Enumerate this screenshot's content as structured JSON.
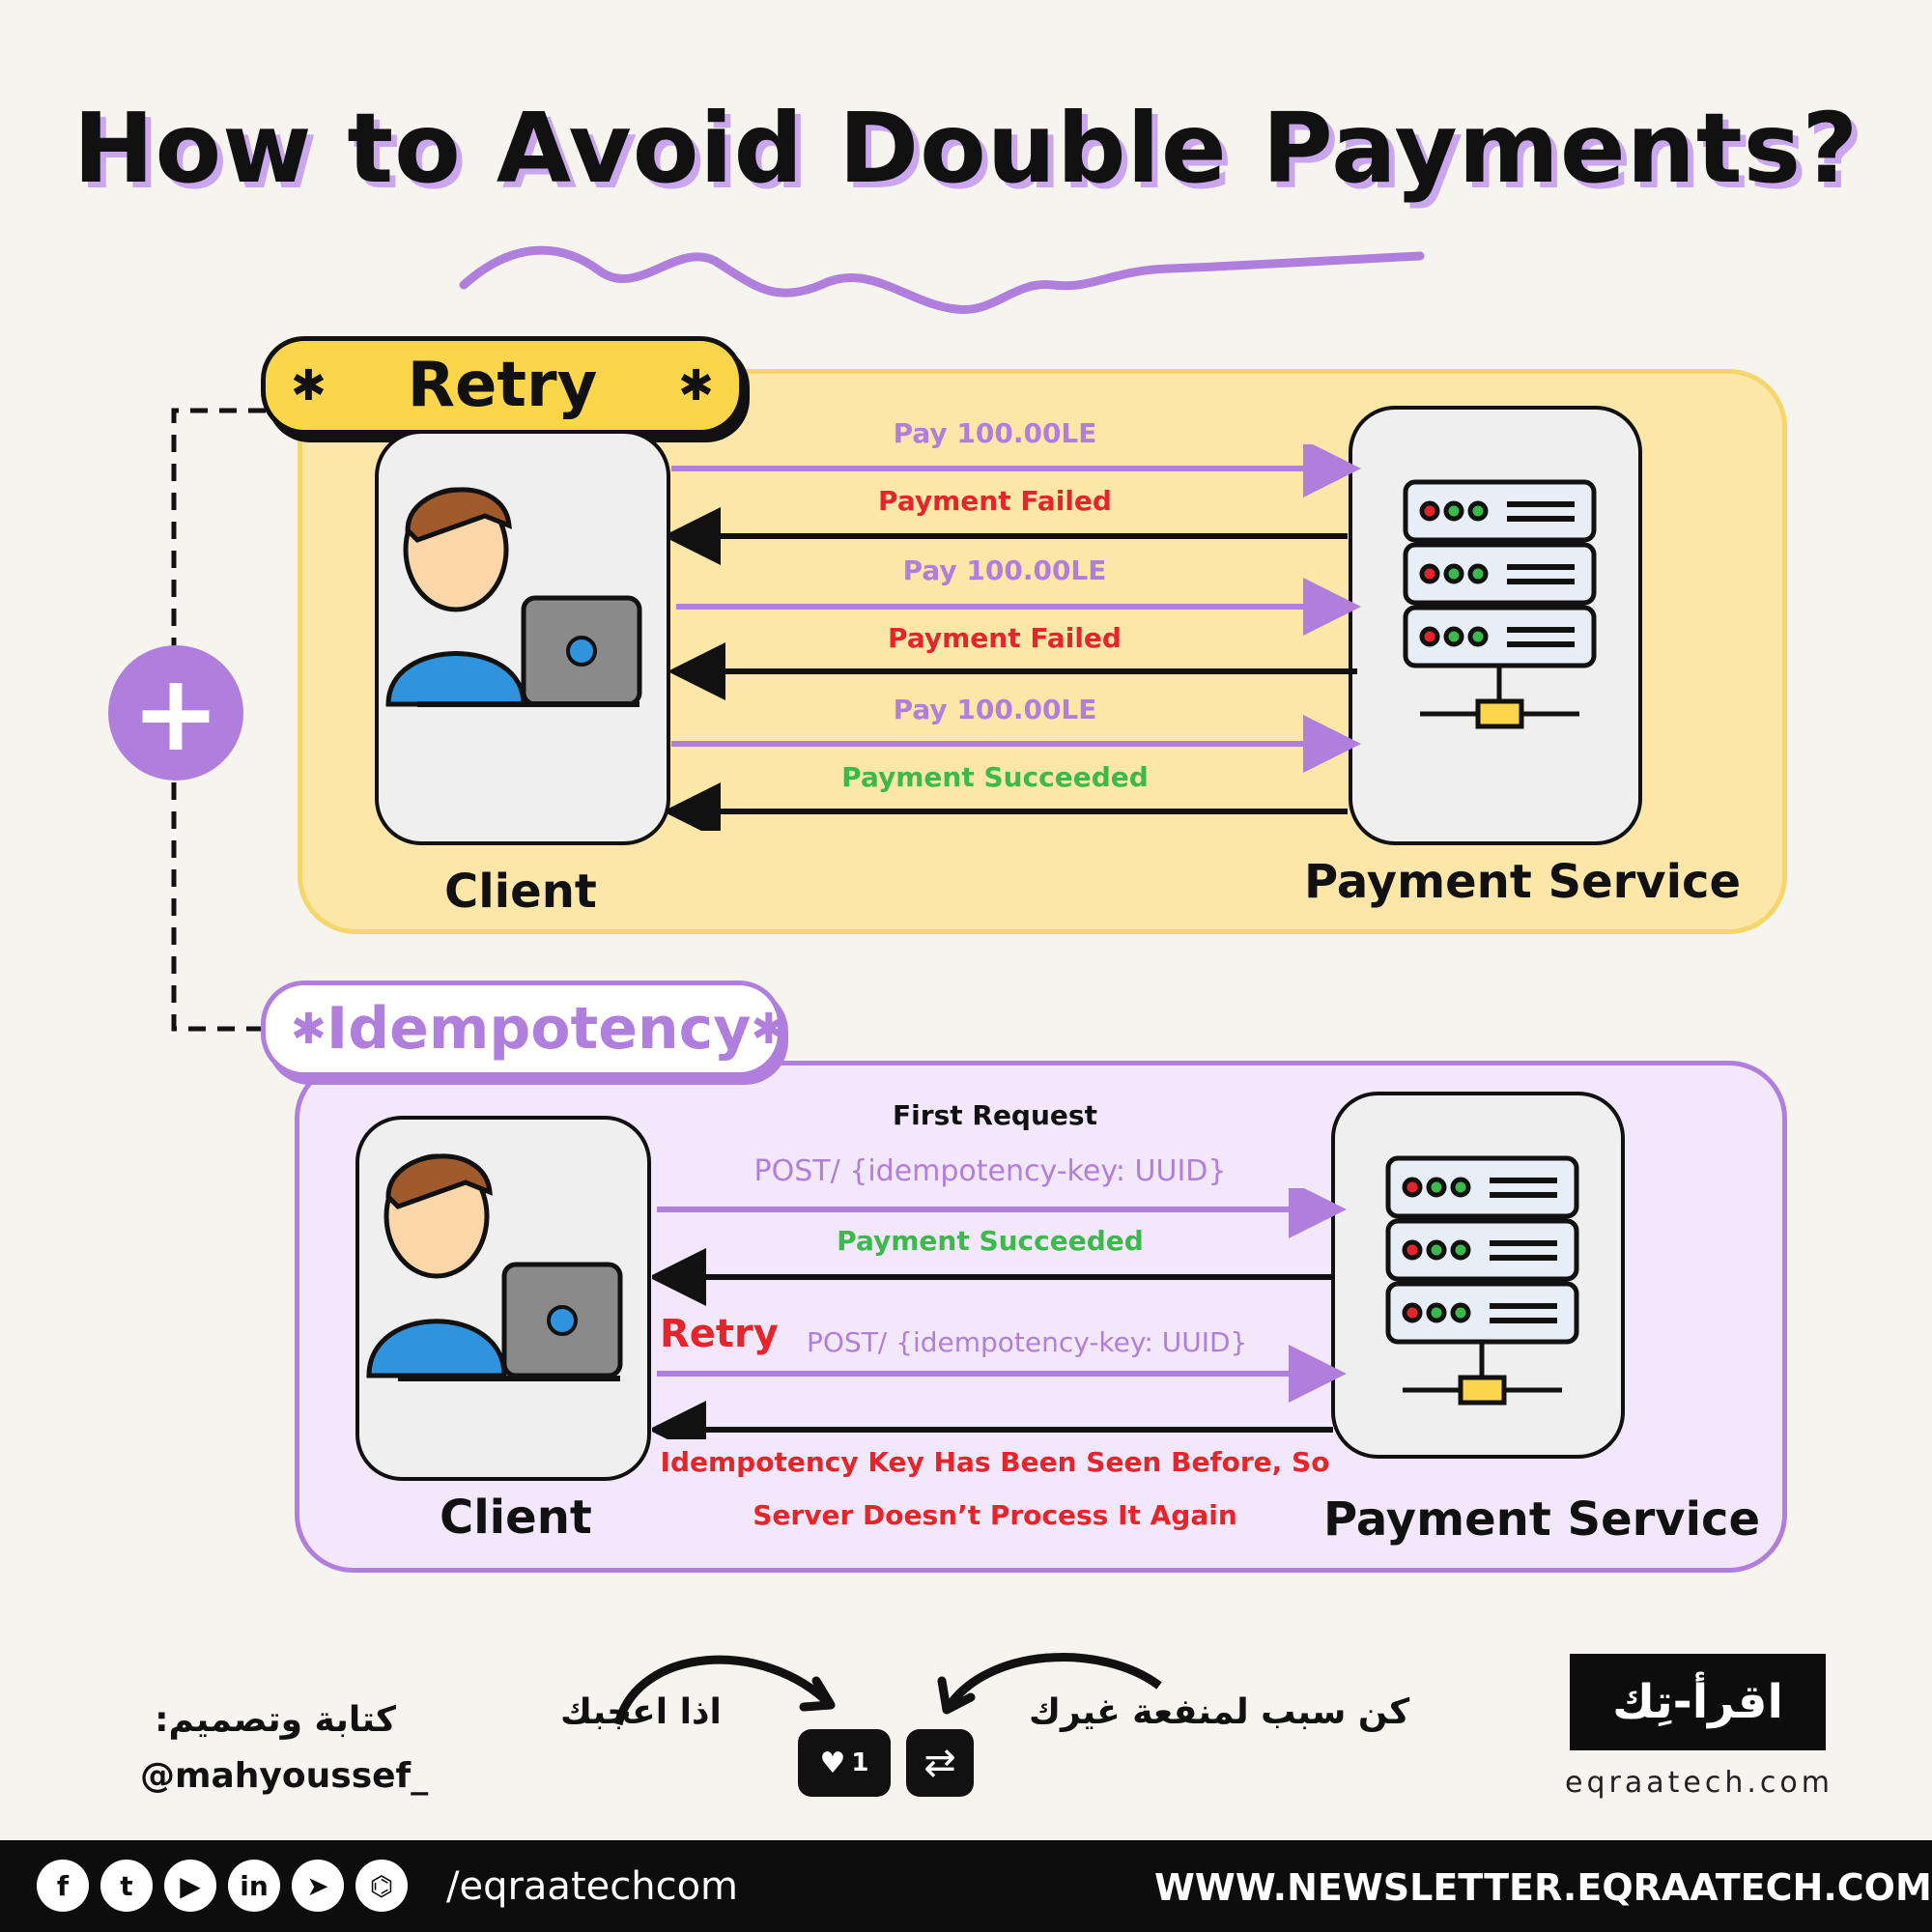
{
  "title": "How to Avoid Double Payments?",
  "retry_section": {
    "tag": "Retry",
    "client_label": "Client",
    "service_label": "Payment Service",
    "messages": [
      {
        "text": "Pay 100.00LE",
        "direction": "to-service"
      },
      {
        "text": "Payment Failed",
        "direction": "to-client"
      },
      {
        "text": "Pay 100.00LE",
        "direction": "to-service"
      },
      {
        "text": "Payment Failed",
        "direction": "to-client"
      },
      {
        "text": "Pay 100.00LE",
        "direction": "to-service"
      },
      {
        "text": "Payment Succeeded",
        "direction": "to-client"
      }
    ]
  },
  "idempotency_section": {
    "tag": "Idempotency",
    "client_label": "Client",
    "service_label": "Payment Service",
    "first_request": "First Request",
    "post_1": "POST/ {idempotency-key: UUID}",
    "success": "Payment Succeeded",
    "retry_word": "Retry",
    "post_2": "POST/ {idempotency-key: UUID}",
    "rejection_line1": "Idempotency Key Has Been Seen Before, So",
    "rejection_line2": "Server Doesn’t Process It Again"
  },
  "bottom": {
    "credit_arabic": "كتابة وتصميم:",
    "credit_handle": "@mahyoussef_",
    "like_text": "اذا اعجبك",
    "share_text": "كن سبب لمنفعة غيرك",
    "like_count": "1",
    "logo_text": "اقرأ-تِك",
    "site": "eqraatech.com"
  },
  "footer": {
    "handle": "/eqraatechcom",
    "newsletter": "WWW.NEWSLETTER.EQRAATECH.COM",
    "social_icons": [
      "facebook-icon",
      "twitter-icon",
      "youtube-icon",
      "linkedin-icon",
      "telegram-icon",
      "github-icon"
    ]
  },
  "colors": {
    "purple": "#b07fdd",
    "yellow": "#fbd64a",
    "red": "#e5252a",
    "green": "#3bb94a"
  }
}
